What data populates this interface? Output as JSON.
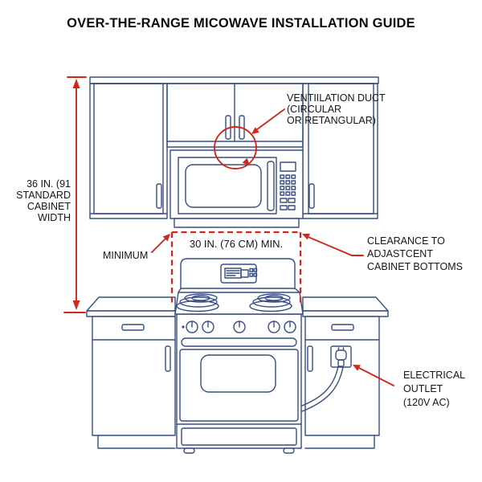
{
  "title": "OVER-THE-RANGE MICOWAVE INSTALLATION GUIDE",
  "annotations": {
    "vent_duct": "VENTIILATION DUCT\n(CIRCULAR\nOR RETANGULAR)",
    "cabinet_width": "36 IN. (91\nSTANDARD\nCABINET\nWIDTH",
    "minimum": "MINIMUM",
    "range_width_min": "30 IN. (76 CM) MIN.",
    "clearance": "CLEARANCE TO\nADJASTCENT\nCABINET BOTTOMS",
    "electrical_outlet": "ELECTRICAL\nOUTLET\n(120V AC)"
  },
  "colors": {
    "diagram_line": "#374E82",
    "annotation_red": "#D3271C",
    "label_text": "#15151A",
    "background": "#FFFFFF"
  },
  "components": [
    "wall-cabinets",
    "microwave",
    "ventilation-duct-circle",
    "range",
    "base-cabinets",
    "countertop",
    "electrical-outlet",
    "power-cord"
  ]
}
